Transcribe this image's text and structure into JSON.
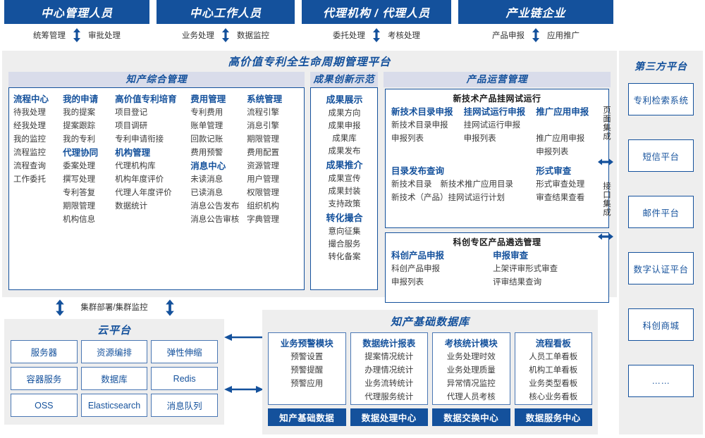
{
  "actors": [
    {
      "title": "中心管理人员",
      "left": "统筹管理",
      "right": "审批处理"
    },
    {
      "title": "中心工作人员",
      "left": "业务处理",
      "right": "数据监控"
    },
    {
      "title": "代理机构 / 代理人员",
      "left": "委托处理",
      "right": "考核处理"
    },
    {
      "title": "产业链企业",
      "left": "产品申报",
      "right": "应用推广"
    }
  ],
  "platform": {
    "title": "高价值专利全生命周期管理平台",
    "sections": {
      "ip_mgmt": {
        "title": "知产综合管理",
        "columns": [
          {
            "groups": [
              {
                "head": "流程中心",
                "items": [
                  "待我处理",
                  "经我处理",
                  "我的监控",
                  "流程监控",
                  "流程查询",
                  "工作委托"
                ]
              }
            ]
          },
          {
            "groups": [
              {
                "head": "我的申请",
                "items": [
                  "我的提案",
                  "提案跟踪",
                  "我的专利"
                ]
              },
              {
                "head": "代理协同",
                "items": [
                  "委案处理",
                  "撰写处理",
                  "专利答复",
                  "期限管理",
                  "机构信息"
                ]
              }
            ]
          },
          {
            "groups": [
              {
                "head": "高价值专利培育",
                "items": [
                  "项目登记",
                  "项目调研",
                  "专利申请衔接"
                ]
              },
              {
                "head": "机构管理",
                "items": [
                  "代理机构库",
                  "机构年度评价",
                  "代理人年度评价",
                  "数据统计"
                ]
              }
            ]
          },
          {
            "groups": [
              {
                "head": "费用管理",
                "items": [
                  "专利费用",
                  "账单管理",
                  "回款记账",
                  "费用预警"
                ]
              },
              {
                "head": "消息中心",
                "items": [
                  "未读消息",
                  "已读消息",
                  "消息公告发布",
                  "消息公告审核"
                ]
              }
            ]
          },
          {
            "groups": [
              {
                "head": "系统管理",
                "items": [
                  "流程引擎",
                  "消息引擎",
                  "期限管理",
                  "费用配置",
                  "资源管理",
                  "用户管理",
                  "权限管理",
                  "组织机构",
                  "字典管理"
                ]
              }
            ]
          }
        ]
      },
      "achievement": {
        "title": "成果创新示范",
        "groups": [
          {
            "head": "成果展示",
            "items": [
              "成果方向",
              "成果申报",
              "成果库",
              "成果发布"
            ]
          },
          {
            "head": "成果推介",
            "items": [
              "成果宣传",
              "成果封装",
              "支持政策"
            ]
          },
          {
            "head": "转化撮合",
            "items": [
              "意向征集",
              "撮合服务",
              "转化备案"
            ]
          }
        ]
      },
      "product_ops": {
        "title": "产品运营管理",
        "box1": {
          "title": "新技术产品挂网试运行",
          "row1": [
            {
              "head": "新技术目录申报",
              "items": [
                "新技术目录申报",
                "申报列表"
              ]
            },
            {
              "head": "挂网试运行申报",
              "items": [
                "挂网试运行申报",
                "申报列表"
              ]
            },
            {
              "head": "推广应用申报",
              "items": [
                "推广应用申报",
                "申报列表"
              ]
            }
          ],
          "row2_left": {
            "head": "目录发布查询",
            "items": [
              "新技术目录",
              "新技术推广应用目录",
              "新技术（产品）挂网试运行计划"
            ]
          },
          "row2_right": {
            "head": "形式审查",
            "items": [
              "形式审查处理",
              "审查结果查看"
            ]
          }
        },
        "box2": {
          "title": "科创专区产品遴选管理",
          "columns": [
            {
              "head": "科创产品申报",
              "items": [
                "科创产品申报",
                "申报列表"
              ]
            },
            {
              "head": "申报审查",
              "items": [
                "上架评审形式审查",
                "评审结果查询"
              ]
            }
          ]
        }
      }
    }
  },
  "integration": {
    "page": "页面集成",
    "api": "接口集成"
  },
  "third_party": {
    "title": "第三方平台",
    "items": [
      "专利检索系统",
      "短信平台",
      "邮件平台",
      "数字认证平台",
      "科创商城",
      "……"
    ]
  },
  "cluster": {
    "label": "集群部署/集群监控"
  },
  "cloud": {
    "title": "云平台",
    "cells": [
      "服务器",
      "资源编排",
      "弹性伸缩",
      "容器服务",
      "数据库",
      "Redis",
      "OSS",
      "Elasticsearch",
      "消息队列"
    ]
  },
  "database": {
    "title": "知产基础数据库",
    "cards": [
      {
        "title": "业务预警模块",
        "items": [
          "预警设置",
          "预警提醒",
          "预警应用"
        ]
      },
      {
        "title": "数据统计报表",
        "items": [
          "提案情况统计",
          "办理情况统计",
          "业务流转统计",
          "代理服务统计"
        ]
      },
      {
        "title": "考核统计模块",
        "items": [
          "业务处理时效",
          "业务处理质量",
          "异常情况监控",
          "代理人员考核"
        ]
      },
      {
        "title": "流程看板",
        "items": [
          "人员工单看板",
          "机构工单看板",
          "业务类型看板",
          "核心业务看板"
        ]
      }
    ],
    "footers": [
      "知产基础数据",
      "数据处理中心",
      "数据交换中心",
      "数据服务中心"
    ]
  },
  "colors": {
    "primary": "#14519c",
    "header_bg": "#d9dcea",
    "panel_bg": "#eeeeee",
    "border": "#4a77b4"
  }
}
